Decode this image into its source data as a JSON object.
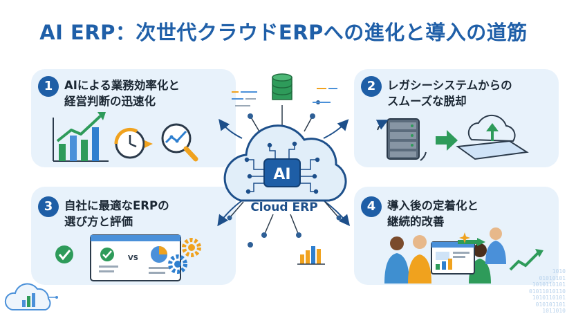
{
  "title": "AI ERP：次世代クラウドERPへの進化と導入の道筋",
  "center": {
    "chip_label": "AI",
    "cloud_label": "Cloud ERP"
  },
  "cards": [
    {
      "number": "1",
      "line1": "AIによる業務効率化と",
      "line2": "経営判断の迅速化"
    },
    {
      "number": "2",
      "line1": "レガシーシステムからの",
      "line2": "スムーズな脱却"
    },
    {
      "number": "3",
      "line1": "自社に最適なERPの",
      "line2": "選び方と評価"
    },
    {
      "number": "4",
      "line1": "導入後の定着化と",
      "line2": "継続的改善"
    }
  ],
  "compare": {
    "vs_label": "VS"
  },
  "binary_text": [
    "1010",
    "01010101",
    "1010110101",
    "01011010110",
    "1010110101",
    "010101101",
    "1011010"
  ],
  "colors": {
    "title": "#1f5fa8",
    "badge": "#1e5ea6",
    "card_bg": "#e8f2fb",
    "accent_green": "#2e9b5a",
    "accent_orange": "#f0a21e"
  }
}
